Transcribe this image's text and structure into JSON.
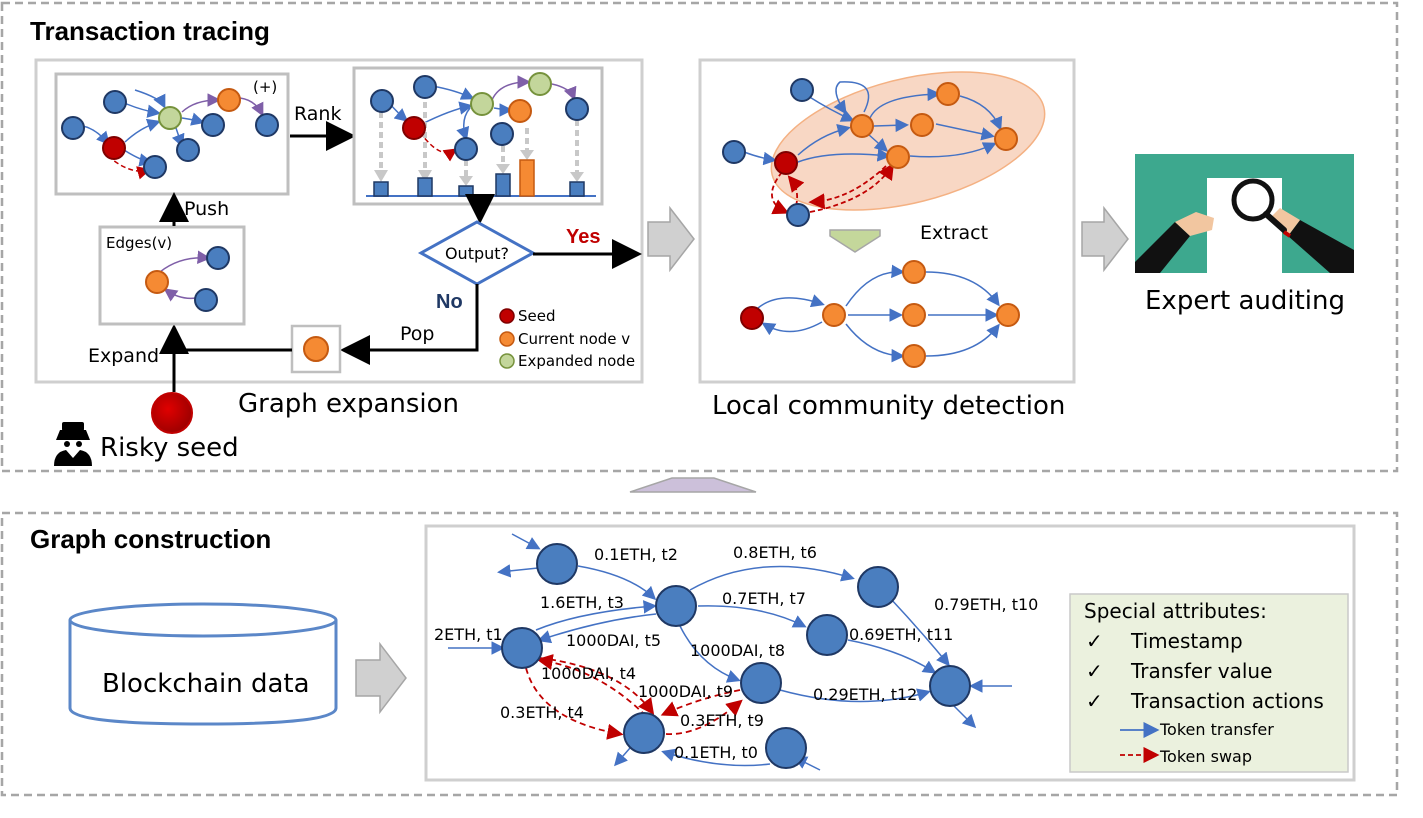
{
  "sections": {
    "tracing_title": "Transaction tracing",
    "construction_title": "Graph construction"
  },
  "tracing": {
    "graph_expansion": "Graph expansion",
    "local_community": "Local community detection",
    "expert_auditing": "Expert auditing",
    "risky_seed": "Risky seed",
    "rank": "Rank",
    "push": "Push",
    "pop": "Pop",
    "expand": "Expand",
    "edges_v": "Edges(v)",
    "output_question": "Output?",
    "yes": "Yes",
    "no": "No",
    "plus": "(+)",
    "extract": "Extract",
    "legend": {
      "seed": "Seed",
      "current": "Current node v",
      "expanded": "Expanded node"
    }
  },
  "construction": {
    "blockchain_data": "Blockchain data",
    "edge_labels": [
      "0.1ETH, t2",
      "0.8ETH, t6",
      "1.6ETH, t3",
      "0.7ETH, t7",
      "0.79ETH, t10",
      "2ETH, t1",
      "1000DAI, t5",
      "0.69ETH, t11",
      "1000DAI, t8",
      "1000DAI, t4",
      "1000DAI, t9",
      "0.29ETH, t12",
      "0.3ETH, t4",
      "0.3ETH, t9",
      "0.1ETH, t0"
    ],
    "special": {
      "title": "Special attributes:",
      "items": [
        "Timestamp",
        "Transfer value",
        "Transaction actions"
      ],
      "check": "✓",
      "token_transfer": "Token transfer",
      "token_swap": "Token swap"
    }
  },
  "colors": {
    "blue_node": "#4a7ebf",
    "orange_node": "#f58a33",
    "green_node": "#b5d48f",
    "red_node": "#c00000",
    "edge_blue": "#4472c4",
    "edge_purple": "#7f5fa8",
    "swap_red": "#c00000",
    "community_fill": "#f8d7c4",
    "legend_bg": "#ebf1de"
  }
}
